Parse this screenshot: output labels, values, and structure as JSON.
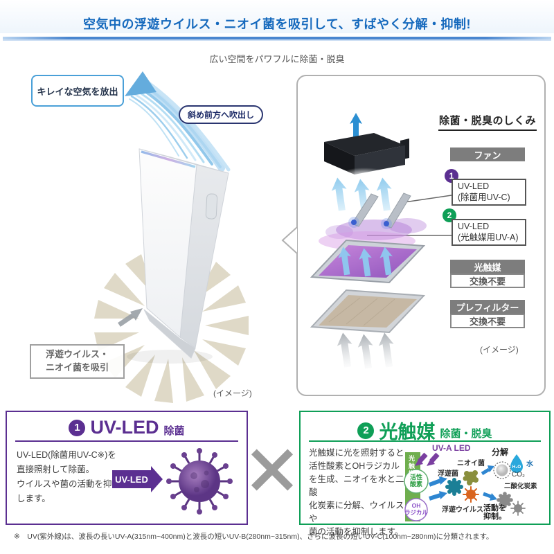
{
  "banner": {
    "title": "空気中の浮遊ウイルス・ニオイ菌を吸引して、すばやく分解・抑制!"
  },
  "subtitle": "広い空間をパワフルに除菌・脱臭",
  "hero": {
    "callout_clean_air": "キレイな空気を放出",
    "callout_blowout": "斜め前方へ吹出し",
    "callout_suction_line1": "浮遊ウイルス・",
    "callout_suction_line2": "ニオイ菌を吸引",
    "image_note": "(イメージ)"
  },
  "mechanism": {
    "title": "除菌・脱臭のしくみ",
    "fan_label": "ファン",
    "led1": {
      "num": "1",
      "name": "UV-LED",
      "detail": "(除菌用UV-C)"
    },
    "led2": {
      "num": "2",
      "name": "UV-LED",
      "detail": "(光触媒用UV-A)"
    },
    "photocatalyst": {
      "header": "光触媒",
      "note": "交換不要"
    },
    "prefilter": {
      "header": "プレフィルター",
      "note": "交換不要"
    },
    "image_note": "(イメージ)"
  },
  "uv_box": {
    "num": "1",
    "title": "UV-LED",
    "subtitle": "除菌",
    "lines": [
      "UV-LED(除菌用UV-C※)を",
      "直接照射して除菌。",
      "ウイルスや菌の活動を抑制",
      "します。"
    ],
    "arrow_label": "UV-LED"
  },
  "pc_box": {
    "num": "2",
    "title": "光触媒",
    "subtitle": "除菌・脱臭",
    "lines": [
      "光触媒に光を照射すると",
      "活性酸素とOHラジカル",
      "を生成、ニオイを水と二酸",
      "化炭素に分解、ウイルスや",
      "菌の活動を抑制します。"
    ],
    "diagram": {
      "bar_label": "光触媒",
      "uva_label": "UV-A LED",
      "active_oxygen_line1": "活性",
      "active_oxygen_line2": "酸素",
      "oh_line1": "OH",
      "oh_line2": "ラジカル",
      "germ_bacteria": "浮遊菌",
      "germ_odor": "ニオイ菌",
      "germ_virus": "浮遊ウイルス",
      "decompose": "分解",
      "h2o": "H₂O",
      "water": "水",
      "co2": "CO₂",
      "co2_name": "二酸化炭素",
      "suppress_line1": "活動を",
      "suppress_line2": "抑制。"
    }
  },
  "footnote": "※　UV(紫外線)は、波長の長いUV-A(315nm~400nm)と波長の短いUV-B(280nm~315nm)、さらに波長の短いUV-C(100nm~280nm)に分類されます。",
  "colors": {
    "banner_text": "#1569bd",
    "accent_blue": "#4aa0d8",
    "purple": "#5b2f91",
    "green": "#0f9f57",
    "label_gray": "#7d7d7d"
  }
}
